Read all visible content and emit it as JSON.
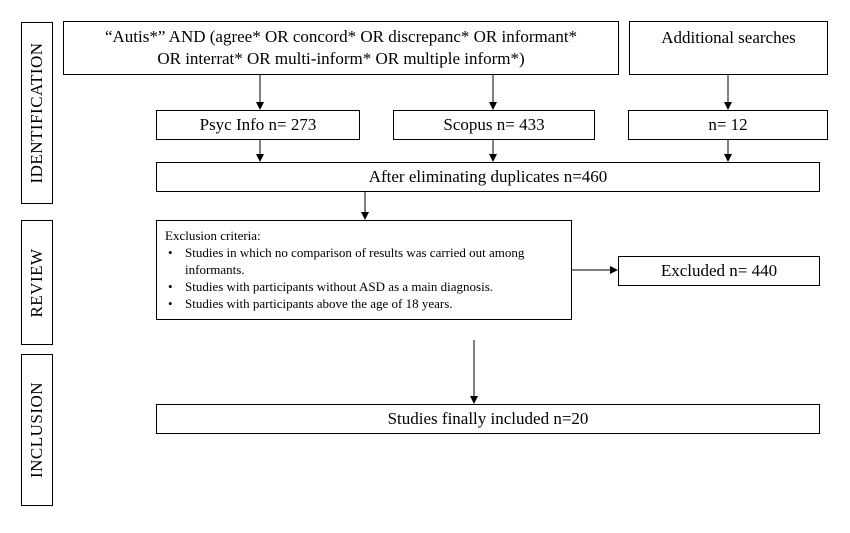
{
  "stages": {
    "identification": "IDENTIFICATION",
    "review": "REVIEW",
    "inclusion": "INCLUSION"
  },
  "search_query": {
    "line1": "“Autis*” AND (agree* OR concord* OR discrepanc* OR informant*",
    "line2": "OR interrat* OR multi-inform* OR multiple inform*)"
  },
  "additional_searches": "Additional searches",
  "sources": {
    "psycinfo": "Psyc Info n= 273",
    "scopus": "Scopus n= 433",
    "additional": "n= 12"
  },
  "after_duplicates": "After eliminating duplicates n=460",
  "exclusion": {
    "title": "Exclusion criteria:",
    "items": [
      "Studies in which no comparison of results was carried out among informants.",
      "Studies with participants without ASD as a main diagnosis.",
      "Studies with participants above the age of 18 years."
    ]
  },
  "excluded": "Excluded n= 440",
  "included": "Studies finally included n=20"
}
